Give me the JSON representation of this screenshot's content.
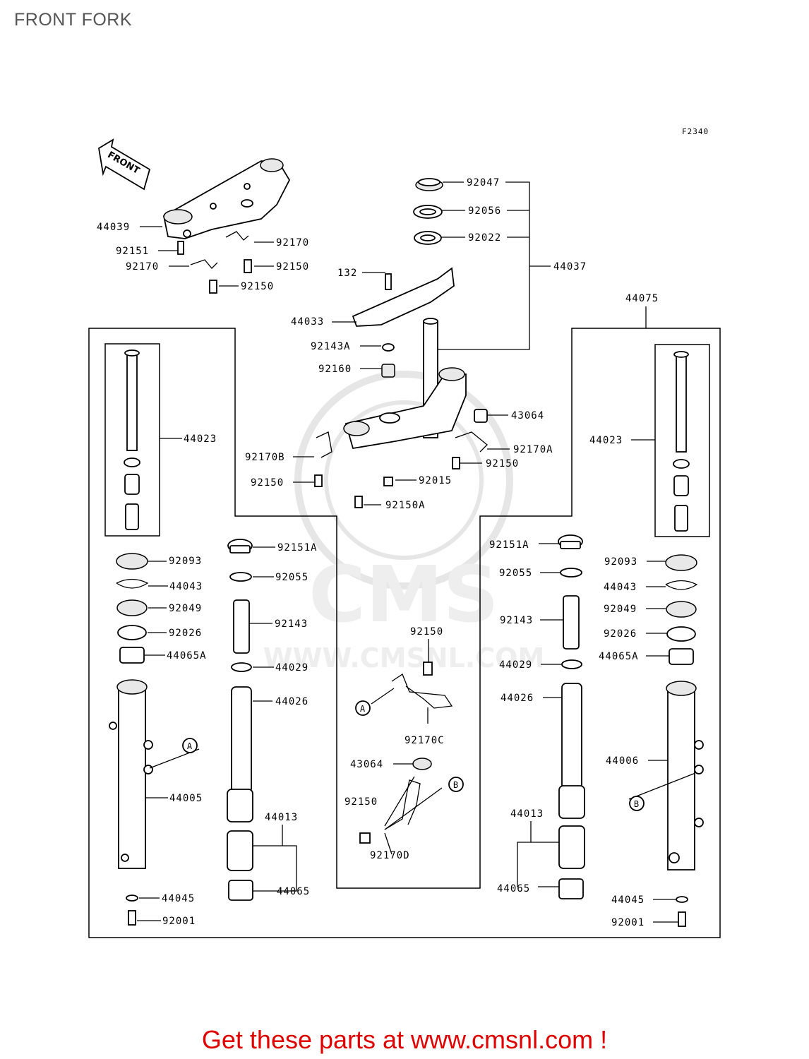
{
  "page": {
    "title": "FRONT FORK",
    "promo": "Get these parts at www.cmsnl.com !"
  },
  "diagram": {
    "code": "F2340",
    "front_arrow": "FRONT",
    "watermark": {
      "brand": "CMS",
      "url": "WWW.CMSNL.COM"
    },
    "markers": [
      "A",
      "B"
    ],
    "part_labels": [
      "92047",
      "92056",
      "92022",
      "44037",
      "132",
      "44033",
      "92143A",
      "92160",
      "43064",
      "92170A",
      "92150",
      "92015",
      "92150A",
      "92170B",
      "92150",
      "44039",
      "92151",
      "92170",
      "92170",
      "92150",
      "92150",
      "44075",
      "44023",
      "44023",
      "92093",
      "44043",
      "92049",
      "92026",
      "44065A",
      "44005",
      "44045",
      "92001",
      "92151A",
      "92055",
      "92143",
      "44029",
      "44026",
      "44013",
      "44065",
      "92150",
      "92170C",
      "43064",
      "92150",
      "92170D",
      "92151A",
      "92055",
      "92143",
      "44029",
      "44026",
      "44013",
      "44065",
      "92093",
      "44043",
      "92049",
      "92026",
      "44065A",
      "44006",
      "44045",
      "92001"
    ]
  }
}
